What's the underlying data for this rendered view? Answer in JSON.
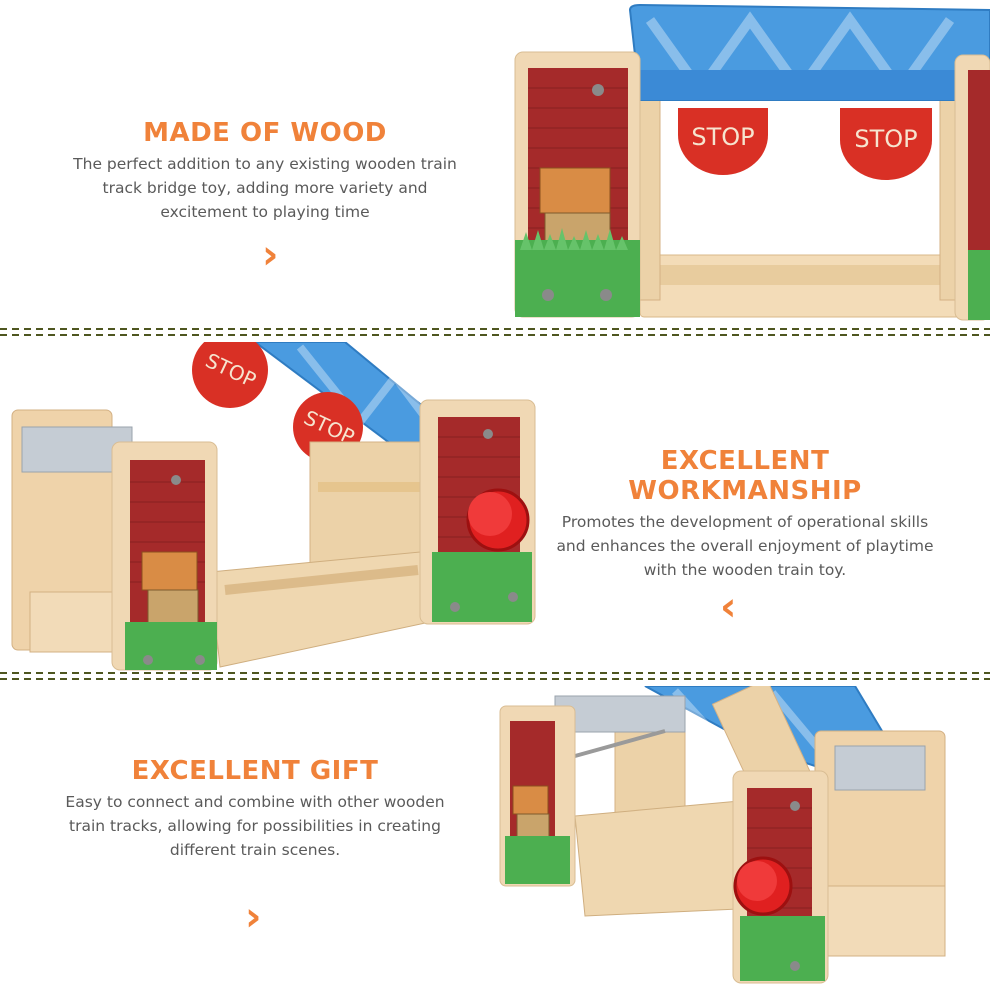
{
  "sections": [
    {
      "title": "MADE OF WOOD",
      "description": [
        "The perfect addition to any existing wooden train",
        "track bridge toy, adding more variety and",
        "excitement to playing time"
      ],
      "arrow_icon": "chevron-right-icon"
    },
    {
      "title": "EXCELLENT WORKMANSHIP",
      "description": [
        "Promotes the development of operational skills",
        "and enhances the overall enjoyment of playtime",
        "with the wooden train toy."
      ],
      "arrow_icon": "chevron-left-icon"
    },
    {
      "title": "EXCELLENT GIFT",
      "description": [
        "Easy to connect and combine with other wooden",
        "train tracks, allowing for possibilities in creating",
        "different train scenes."
      ],
      "arrow_icon": "chevron-right-icon"
    }
  ],
  "signs": {
    "stop": "STOP"
  },
  "arrows": {
    "right": "›",
    "left": "‹"
  },
  "colors": {
    "accent": "#f0823a",
    "text": "#5a5a5a",
    "divider": "#4e5620",
    "brick": "#a52a2a",
    "bridge_blue": "#4a9be0",
    "wood": "#f0d8b4",
    "grass": "#4caf50",
    "stop_red": "#d93025",
    "knob_red": "#e02020"
  }
}
